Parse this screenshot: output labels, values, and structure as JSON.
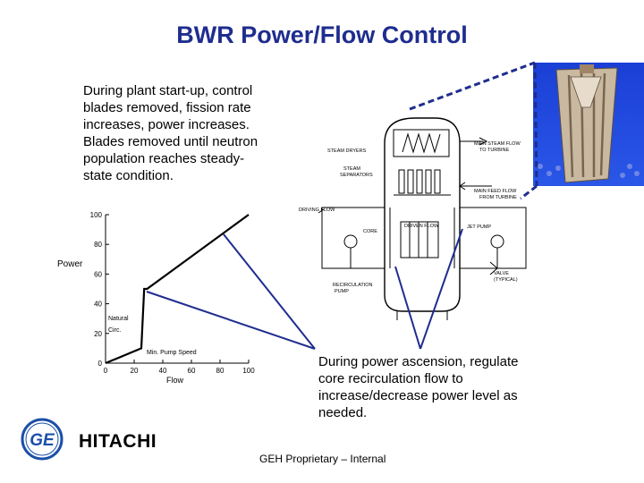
{
  "slide": {
    "title": "BWR Power/Flow Control",
    "intro_lines": [
      "During plant start-up, control",
      "blades removed, fission rate",
      "increases, power increases.",
      "Blades removed until neutron",
      "population reaches steady-",
      "state condition."
    ],
    "ascension_lines": [
      "During power ascension, regulate",
      "core recirculation flow to",
      "increase/decrease power level as",
      "needed."
    ],
    "footer": "GEH Proprietary – Internal",
    "logo_ge": "GE",
    "logo_hitachi": "HITACHI"
  },
  "diagram": {
    "labels": {
      "steam_dryers": "STEAM DRYERS",
      "steam_separators_1": "STEAM",
      "steam_separators_2": "SEPARATORS",
      "main_steam_1": "MAIN STEAM FLOW",
      "main_steam_2": "TO TURBINE",
      "feed_1": "MAIN FEED FLOW",
      "feed_2": "FROM TURBINE",
      "driving_flow": "DRIVING FLOW",
      "driven_flow": "DRIVEN FLOW",
      "jet_pump": "JET PUMP",
      "core": "CORE",
      "valve_1": "VALVE",
      "valve_2": "(TYPICAL)",
      "recirc_1": "RECIRCULATION",
      "recirc_2": "PUMP"
    }
  },
  "chart_data": {
    "type": "line",
    "ylabel": "Power",
    "xlabel": "Flow",
    "x_ticks": [
      0,
      20,
      40,
      60,
      80,
      100
    ],
    "y_ticks": [
      0,
      20,
      40,
      60,
      80,
      100
    ],
    "xlim": [
      0,
      100
    ],
    "ylim": [
      0,
      100
    ],
    "series": [
      {
        "x": [
          0,
          25,
          27,
          29,
          100
        ],
        "y": [
          0,
          10,
          50,
          50,
          100
        ]
      }
    ],
    "annotations": {
      "natural_circ_1": "Natural",
      "natural_circ_2": "Circ.",
      "min_pump_speed": "Min. Pump Speed"
    },
    "line_color": "#000000"
  },
  "colors": {
    "title": "#1f2d8f",
    "pointer_lines": "#1f2d8f",
    "dashed_lines": "#1f2d8f"
  },
  "icons": {
    "ge_logo": "ge-monogram-icon",
    "fuel_assembly": "fuel-assembly-image",
    "reactor": "reactor-vessel-diagram"
  }
}
